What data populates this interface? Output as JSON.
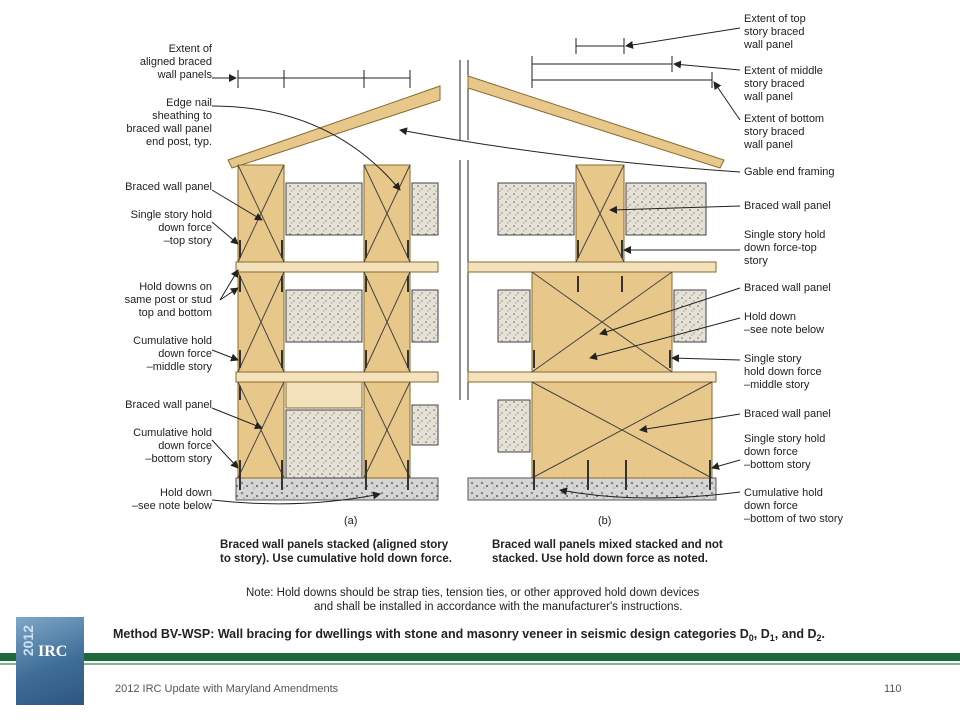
{
  "left_labels": [
    {
      "id": "extent-aligned",
      "lines": [
        "Extent of",
        "aligned braced",
        "wall panels"
      ]
    },
    {
      "id": "edge-nail",
      "lines": [
        "Edge nail",
        "sheathing to",
        "braced wall panel",
        "end post, typ."
      ]
    },
    {
      "id": "braced-top",
      "lines": [
        "Braced wall panel"
      ]
    },
    {
      "id": "single-hold-top",
      "lines": [
        "Single story hold",
        "down force",
        "–top story"
      ]
    },
    {
      "id": "hold-same-post",
      "lines": [
        "Hold downs on",
        "same post or stud",
        "top and bottom"
      ]
    },
    {
      "id": "cumulative-middle",
      "lines": [
        "Cumulative hold",
        "down force",
        "–middle story"
      ]
    },
    {
      "id": "braced-bottom",
      "lines": [
        "Braced wall panel"
      ]
    },
    {
      "id": "cumulative-bottom",
      "lines": [
        "Cumulative hold",
        "down force",
        "–bottom story"
      ]
    },
    {
      "id": "hold-down-note",
      "lines": [
        "Hold down",
        "–see note below"
      ]
    }
  ],
  "right_labels": [
    {
      "id": "extent-top",
      "lines": [
        "Extent of top",
        "story braced",
        "wall panel"
      ]
    },
    {
      "id": "extent-middle",
      "lines": [
        "Extent of middle",
        "story braced",
        "wall panel"
      ]
    },
    {
      "id": "extent-bottom",
      "lines": [
        "Extent of bottom",
        "story braced",
        "wall panel"
      ]
    },
    {
      "id": "gable",
      "lines": [
        "Gable end framing"
      ]
    },
    {
      "id": "braced-r1",
      "lines": [
        "Braced wall panel"
      ]
    },
    {
      "id": "single-top-r",
      "lines": [
        "Single story hold",
        "down force-top",
        "story"
      ]
    },
    {
      "id": "braced-r2",
      "lines": [
        "Braced wall panel"
      ]
    },
    {
      "id": "hold-down-r",
      "lines": [
        "Hold down",
        "–see note below"
      ]
    },
    {
      "id": "single-middle-r",
      "lines": [
        "Single story",
        "hold down force",
        "–middle story"
      ]
    },
    {
      "id": "braced-r3",
      "lines": [
        "Braced wall panel"
      ]
    },
    {
      "id": "single-bottom-r",
      "lines": [
        "Single story hold",
        "down force",
        "–bottom story"
      ]
    },
    {
      "id": "cumulative-two",
      "lines": [
        "Cumulative hold",
        "down force",
        "–bottom of two story"
      ]
    }
  ],
  "panel_a_tag": "(a)",
  "panel_b_tag": "(b)",
  "caption_a": [
    "Braced wall panels stacked (aligned story",
    "to story). Use cumulative hold down force."
  ],
  "caption_b": [
    "Braced wall panels mixed stacked and not",
    "stacked. Use hold down force as noted."
  ],
  "note": [
    "Note: Hold downs should be strap ties, tension ties, or other approved hold down devices",
    "and shall be installed in accordance with the manufacturer's instructions."
  ],
  "title_parts": {
    "text": "Method BV-WSP: Wall bracing for dwellings with stone and masonry veneer in seismic design categories D",
    "s0": "0",
    ", D": ", D",
    "s1": "1",
    ", and D": ", and D",
    "s2": "2",
    "end": "."
  },
  "footer": "2012 IRC Update with Maryland Amendments",
  "page_number": "110",
  "logo": {
    "year": "2012",
    "brand": "IRC"
  },
  "colors": {
    "wood": "#e8c88a",
    "wood_edge": "#8a6a2e",
    "plate": "#f3e2bb",
    "foundation": "#d9d9d9",
    "green": "#1e6a3c"
  }
}
